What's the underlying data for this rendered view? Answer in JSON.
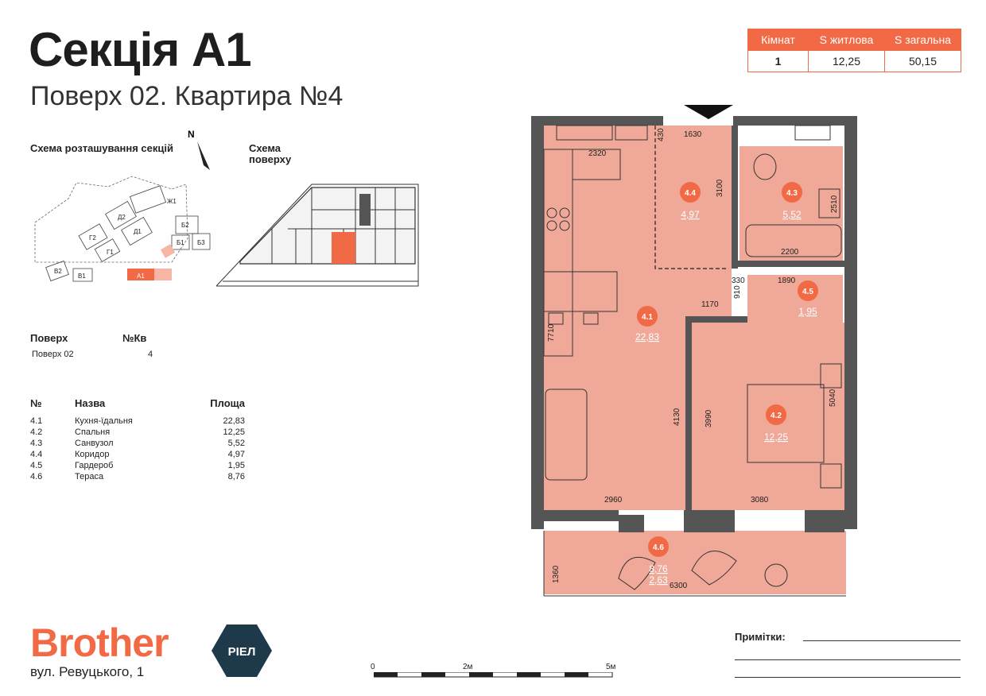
{
  "header": {
    "title": "Секція А1",
    "subtitle": "Поверх 02. Квартира №4"
  },
  "summary": {
    "headers": [
      "Кімнат",
      "S житлова",
      "S загальна"
    ],
    "values": [
      "1",
      "12,25",
      "50,15"
    ]
  },
  "schemes": {
    "sections_label": "Схема розташування секцій",
    "floor_label": "Схема поверху",
    "north": "N",
    "section_tags": [
      "Ж1",
      "Д2",
      "Д1",
      "Г2",
      "Г1",
      "В2",
      "В1",
      "А1",
      "Б2",
      "Б1",
      "Б3"
    ]
  },
  "info": {
    "floor_label": "Поверх",
    "floor_value": "Поверх 02",
    "apt_label": "№Кв",
    "apt_value": "4"
  },
  "rooms_table": {
    "headers": [
      "№",
      "Назва",
      "Площа"
    ],
    "rows": [
      [
        "4.1",
        "Кухня-їдальня",
        "22,83"
      ],
      [
        "4.2",
        "Спальня",
        "12,25"
      ],
      [
        "4.3",
        "Санвузол",
        "5,52"
      ],
      [
        "4.4",
        "Коридор",
        "4,97"
      ],
      [
        "4.5",
        "Гардероб",
        "1,95"
      ],
      [
        "4.6",
        "Тераса",
        "8,76"
      ]
    ]
  },
  "plan": {
    "markers": [
      {
        "id": "4.4",
        "area": "4,97"
      },
      {
        "id": "4.3",
        "area": "5,52"
      },
      {
        "id": "4.5",
        "area": "1,95"
      },
      {
        "id": "4.1",
        "area": "22,83"
      },
      {
        "id": "4.2",
        "area": "12,25"
      },
      {
        "id": "4.6",
        "area": "8,76",
        "extra": "2,63"
      }
    ],
    "dims": [
      "1630",
      "2320",
      "430",
      "3100",
      "2510",
      "2200",
      "330",
      "1890",
      "910",
      "1170",
      "7710",
      "4130",
      "3990",
      "5040",
      "2960",
      "3080",
      "1360",
      "6300"
    ],
    "colors": {
      "room_fill": "#f0a898",
      "marker": "#f26a45",
      "wall": "#555"
    }
  },
  "brand": {
    "logo": "Brother",
    "badge": "РІЕЛ",
    "address": "вул. Ревуцького, 1"
  },
  "scale": [
    "0",
    "2м",
    "5м"
  ],
  "notes_label": "Примітки:"
}
